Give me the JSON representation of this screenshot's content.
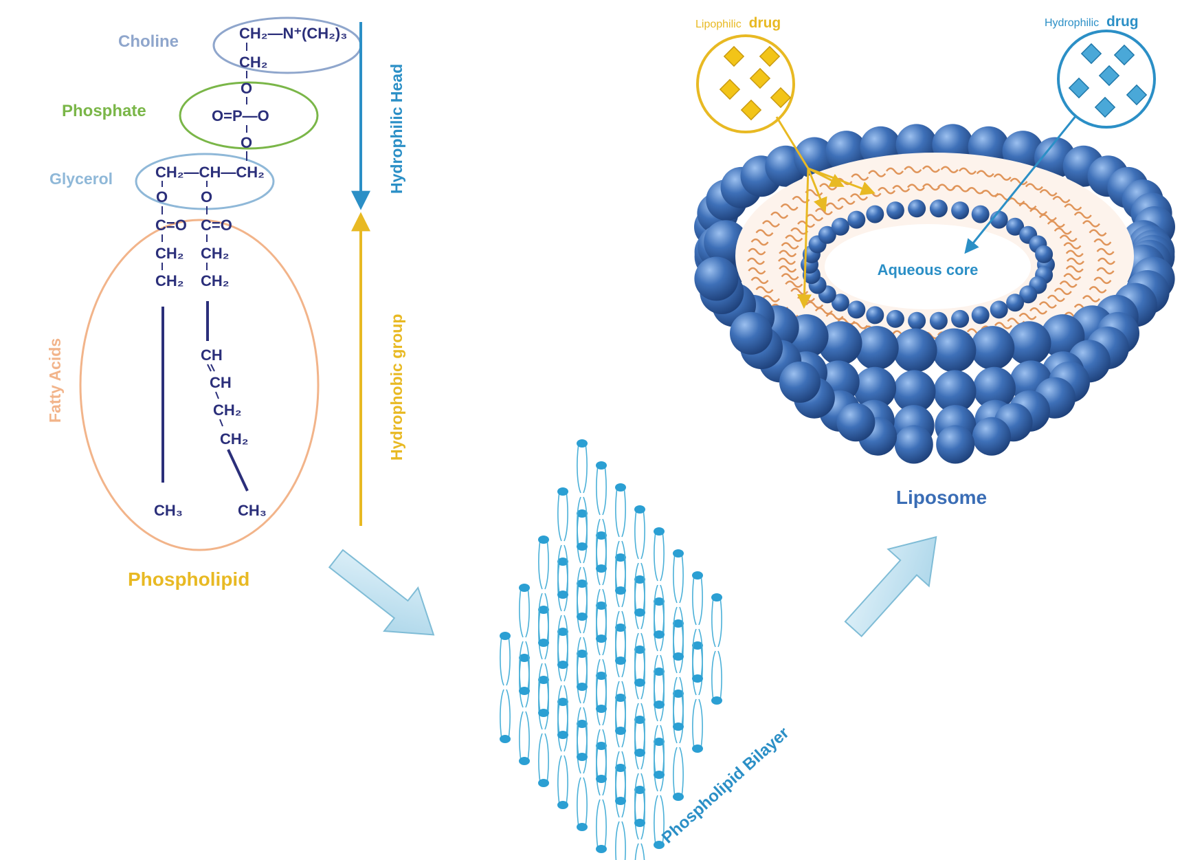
{
  "phospholipid": {
    "title": "Phospholipid",
    "groups": {
      "choline": "Choline",
      "phosphate": "Phosphate",
      "glycerol": "Glycerol",
      "fatty_acids": "Fatty Acids"
    },
    "axis": {
      "hydrophilic": "Hydrophilic Head",
      "hydrophobic": "Hydrophobic group"
    },
    "formula": {
      "choline_line1": "CH₂—N⁺(CH₂)₃",
      "choline_line2": "CH₂",
      "o_top": "O",
      "phosphate_line": "O=P—O",
      "o_bottom": "O",
      "glycerol_line": "CH₂—CH—CH₂",
      "o_left": "O",
      "o_right": "O",
      "co_left": "C=O",
      "co_right": "C=O",
      "ch2_a": "CH₂",
      "ch2_b": "CH₂",
      "ch2_c": "CH₂",
      "ch2_d": "CH₂",
      "ch_1": "CH",
      "ch_2": "CH",
      "ch2_e": "CH₂",
      "ch2_f": "CH₂",
      "ch3_left": "CH₃",
      "ch3_right": "CH₃"
    }
  },
  "bilayer": {
    "label": "Phospholipid Bilayer"
  },
  "liposome": {
    "label": "Liposome",
    "core": "Aqueous core",
    "lipophilic_prefix": "Lipophilic",
    "lipophilic_suffix": "drug",
    "hydrophilic_prefix": "Hydrophilic",
    "hydrophilic_suffix": "drug"
  },
  "colors": {
    "choline": "#8fa6cc",
    "phosphate": "#7ab648",
    "glycerol": "#8fb8d8",
    "fatty_acids": "#f2b48a",
    "hydrophilic": "#2b8fc6",
    "hydrophobic": "#e8b923",
    "formula": "#2b2f7a",
    "sphere": "#3a6db5",
    "tail": "#e0955a",
    "bilayer": "#4ab0d8",
    "arrow": "#b9ddee"
  }
}
